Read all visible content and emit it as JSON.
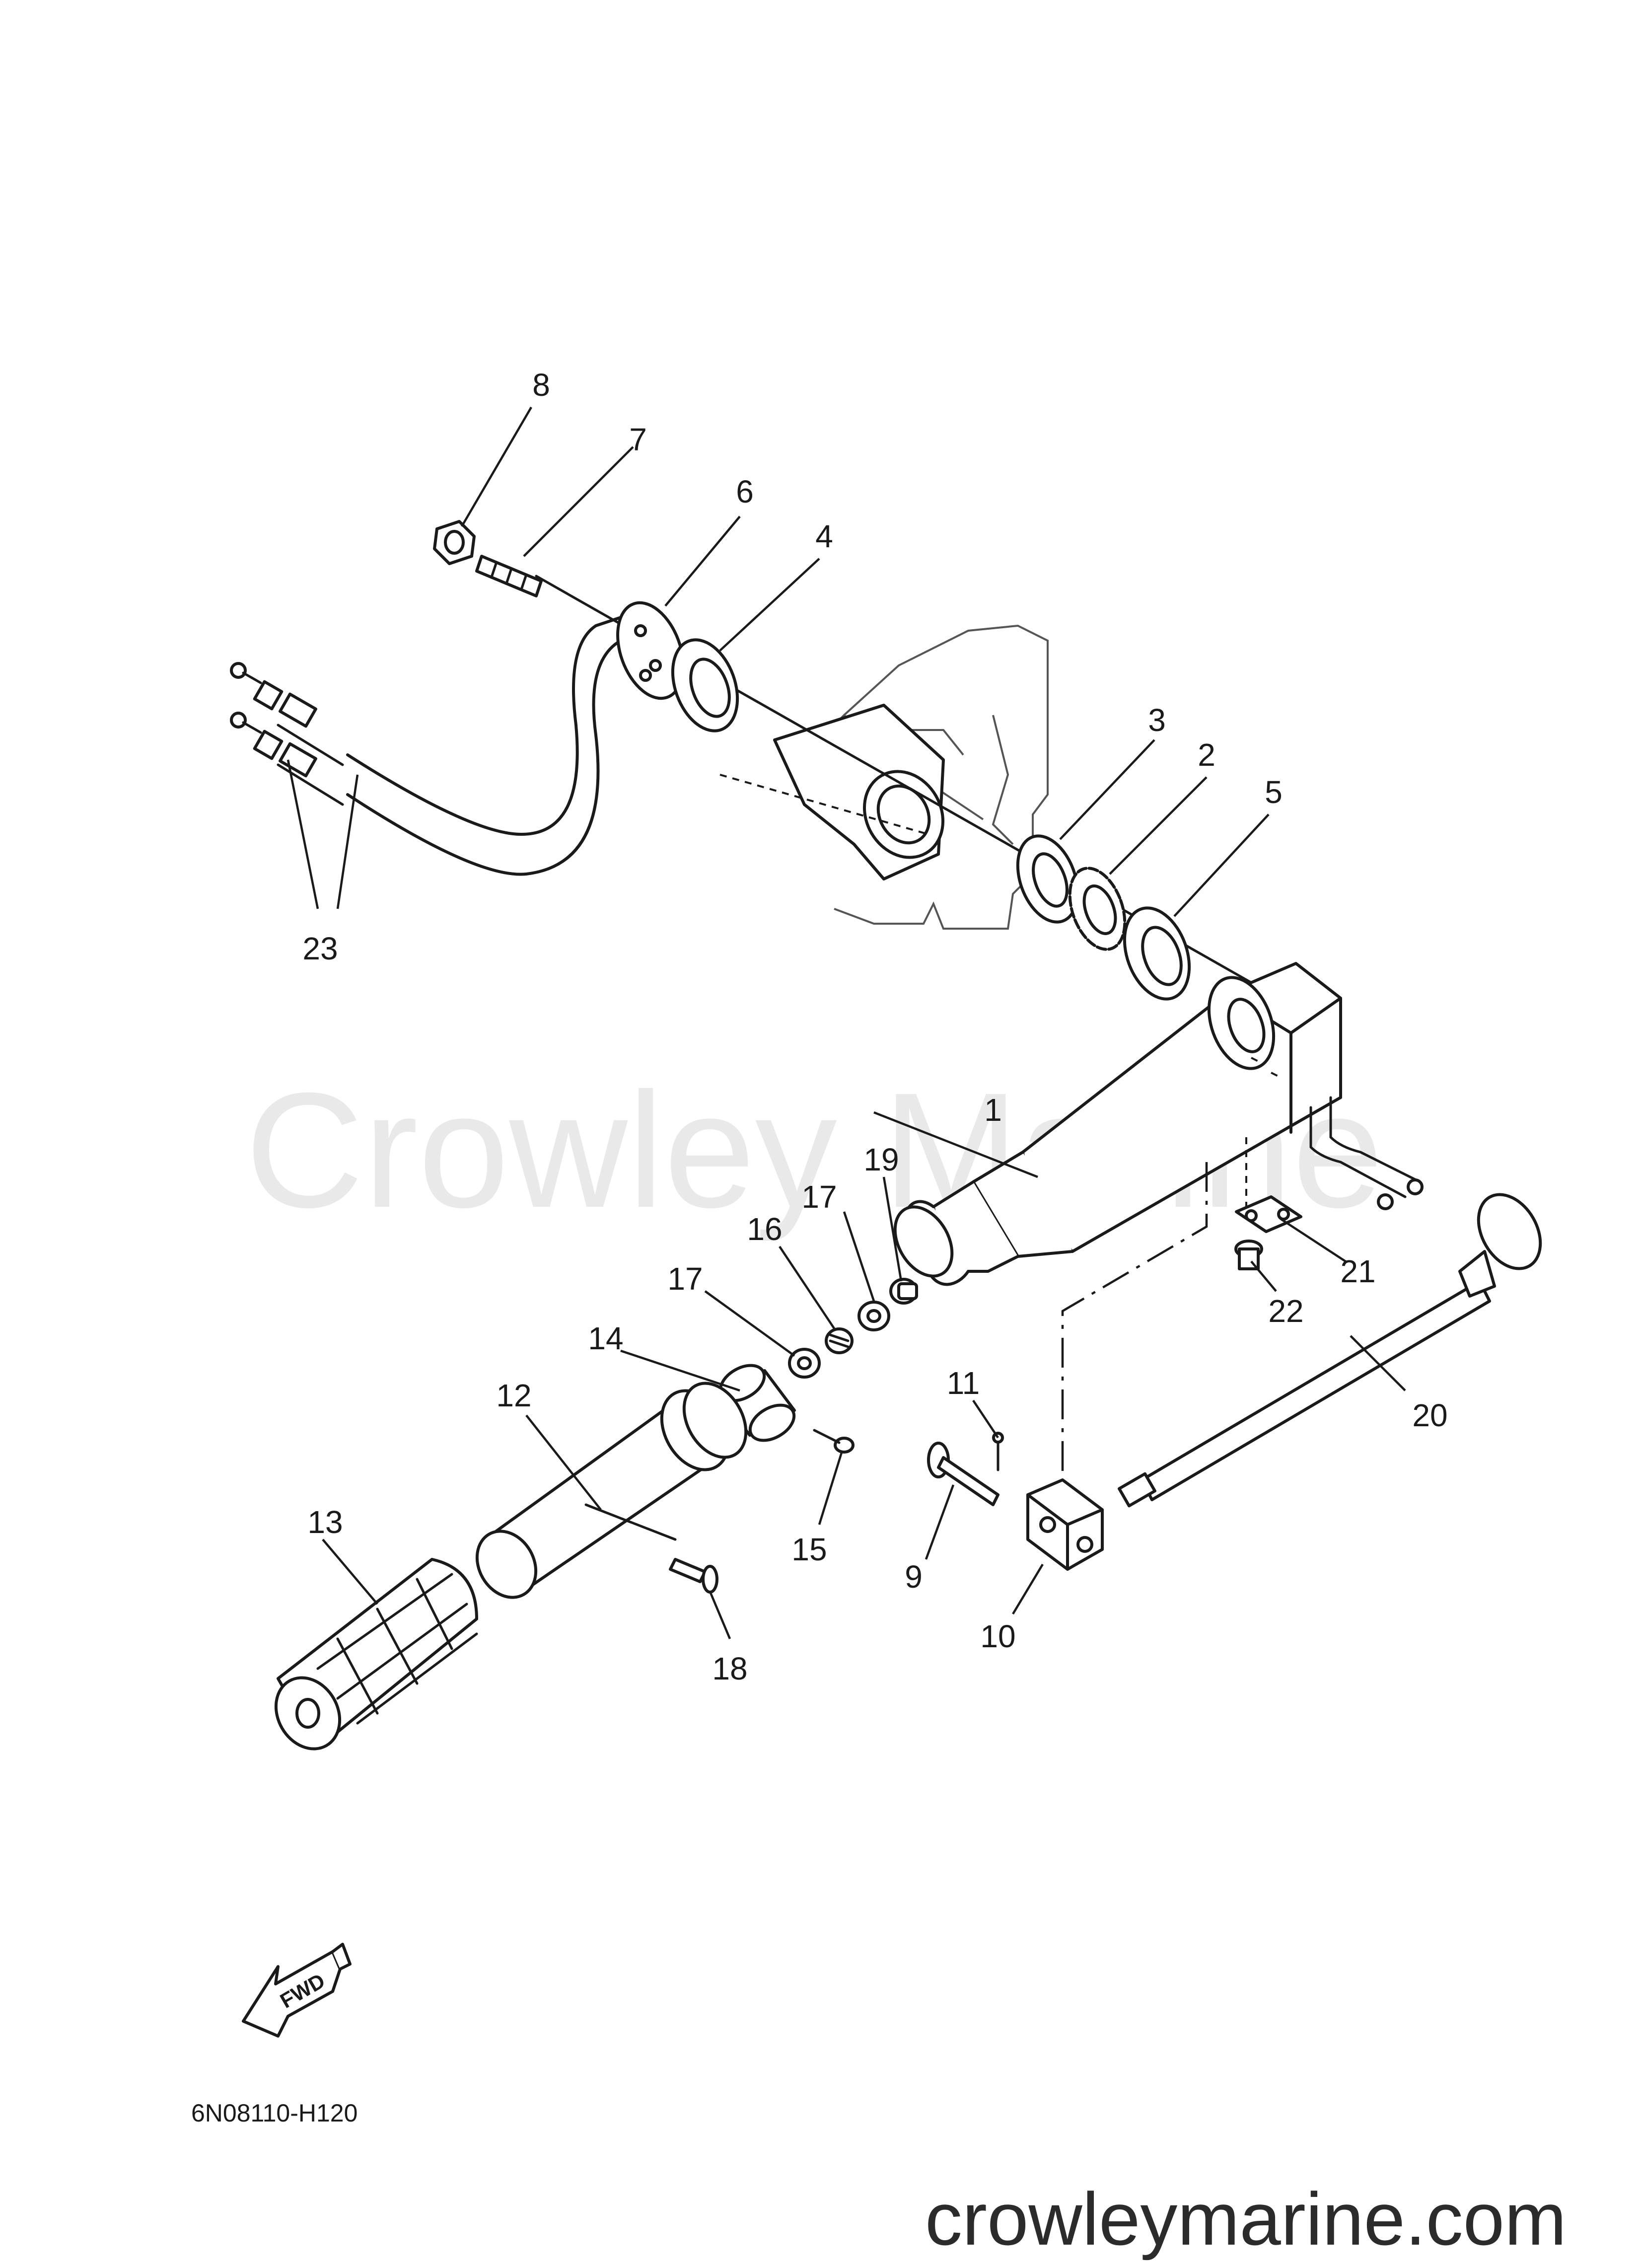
{
  "diagram": {
    "watermark": "Crowley Marine",
    "drawing_code": "6N08110-H120",
    "direction_label": "FWD",
    "site": "crowleymarine.com",
    "callouts": [
      "1",
      "2",
      "3",
      "4",
      "5",
      "6",
      "7",
      "8",
      "9",
      "10",
      "11",
      "12",
      "13",
      "14",
      "15",
      "16",
      "17",
      "17",
      "18",
      "19",
      "20",
      "21",
      "22",
      "23"
    ]
  }
}
